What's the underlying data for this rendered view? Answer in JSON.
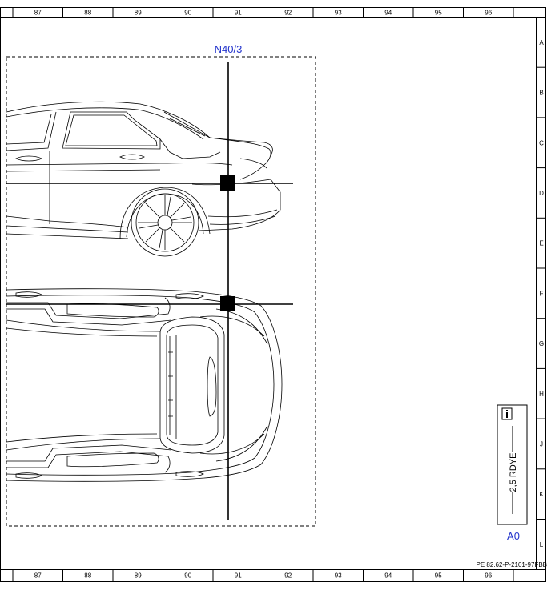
{
  "ruler": {
    "columns": [
      "87",
      "88",
      "89",
      "90",
      "91",
      "92",
      "93",
      "94",
      "95",
      "96"
    ],
    "rows": [
      "A",
      "B",
      "C",
      "D",
      "E",
      "F",
      "G",
      "H",
      "J",
      "K",
      "L"
    ]
  },
  "component": {
    "label": "N40/3"
  },
  "wire": {
    "spec": "2,5 RDYE"
  },
  "connector": {
    "label": "A0"
  },
  "document": {
    "code": "PE 82.62-P-2101-97FBB"
  },
  "icons": {
    "info": "info-icon"
  }
}
